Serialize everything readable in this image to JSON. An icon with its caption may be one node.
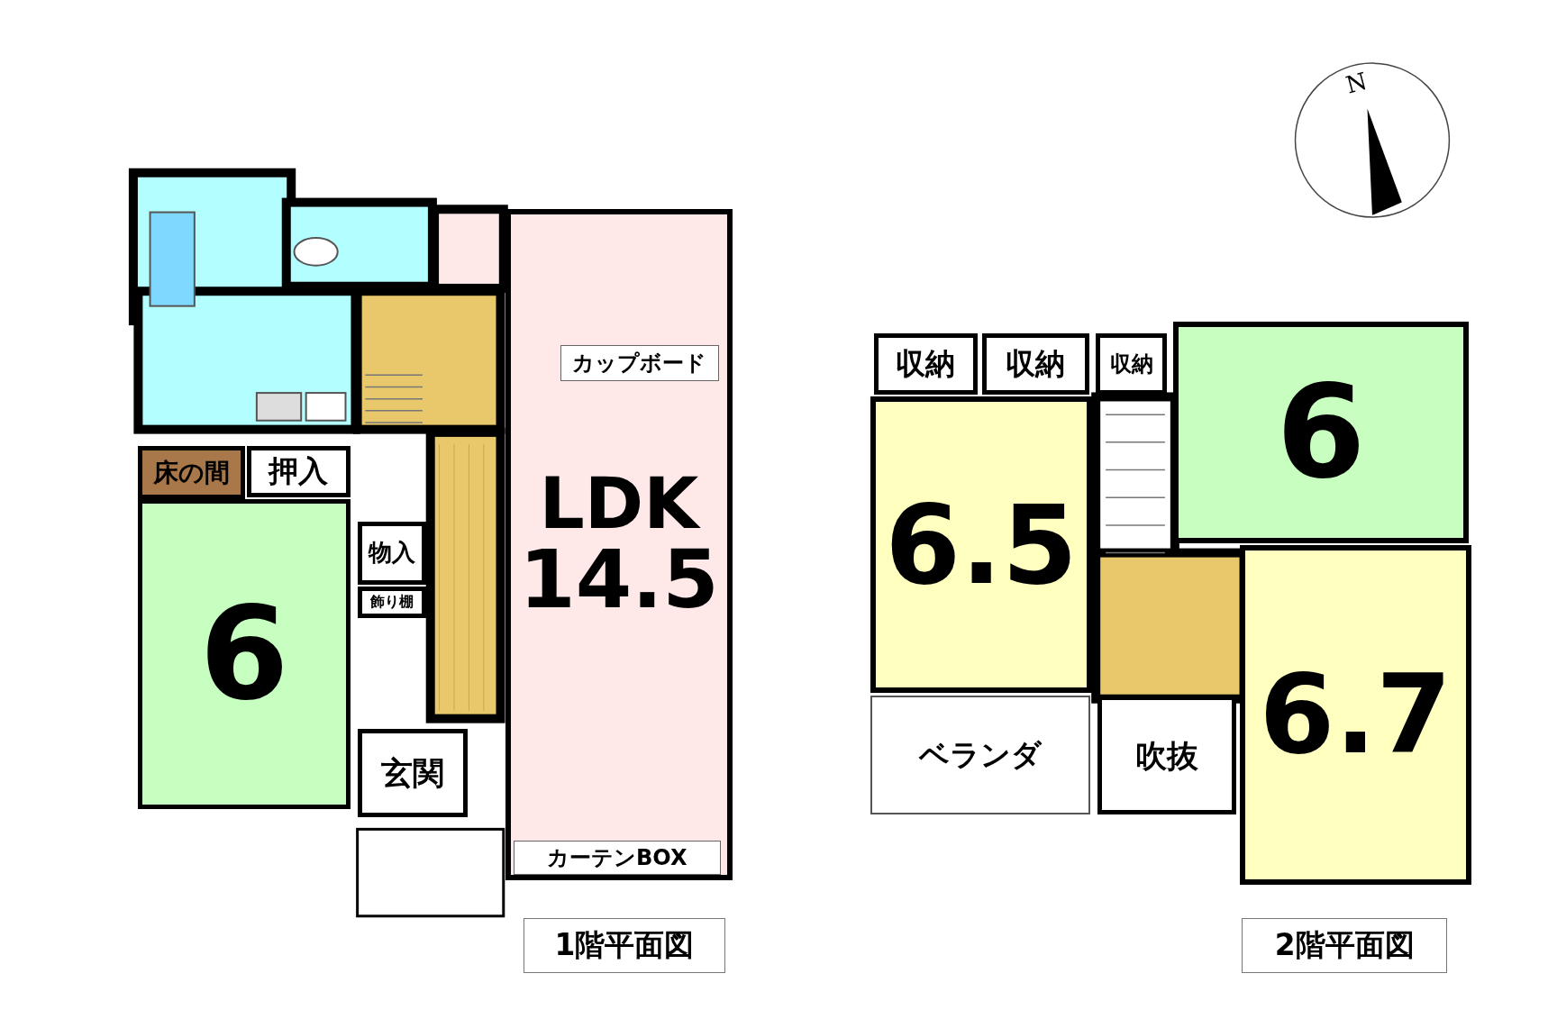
{
  "diagram": {
    "nodes": [
      {
        "text": [
          "床の間"
        ]
      },
      {
        "text": [
          "押入"
        ]
      },
      {
        "text": [
          "6"
        ]
      },
      {
        "text": [
          "物入"
        ]
      },
      {
        "text": [
          "飾り棚"
        ]
      },
      {
        "text": [
          "玄関"
        ]
      },
      {
        "text": [
          "LDK",
          "14.5"
        ]
      },
      {
        "text": [
          "カップボード"
        ],
        "in": 6
      },
      {
        "text": [
          "カーテンBOX"
        ],
        "in": 6
      },
      {
        "text": [
          "1階平面図"
        ]
      },
      {
        "text": [
          "収納"
        ]
      },
      {
        "text": [
          "収納"
        ]
      },
      {
        "text": [
          "収納"
        ]
      },
      {
        "text": [
          "6.5"
        ]
      },
      {
        "text": [
          "6"
        ]
      },
      {
        "text": [
          "6.7"
        ]
      },
      {
        "text": [
          "ベランダ"
        ]
      },
      {
        "text": [
          "吹抜"
        ]
      },
      {
        "text": [
          "2階平面図"
        ]
      }
    ],
    "labels": [
      "N"
    ]
  }
}
